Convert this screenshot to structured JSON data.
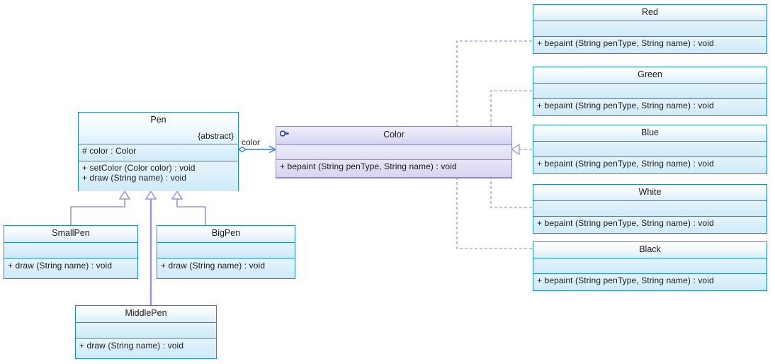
{
  "diagram": {
    "title": "Pen and Color UML class diagram",
    "type": "uml-class-diagram",
    "colors": {
      "class_border": "#1a8ad4",
      "class_fill": "#cfeaf8",
      "interface_border": "#8a86d6",
      "interface_fill": "#dedcf4",
      "generalization_line": "#9a96e0",
      "realization_line": "#9a96e0",
      "association_line": "#1f7fd6"
    }
  },
  "classes": {
    "pen": {
      "name": "Pen",
      "stereotype": "{abstract}",
      "attributes": [
        "#  color : Color"
      ],
      "operations": [
        "+  setColor (Color color) : void",
        "+  draw (String name)        : void"
      ]
    },
    "color": {
      "name": "Color",
      "icon": "interface-icon",
      "attributes": [],
      "operations": [
        "+  bepaint (String penType, String name)  : void"
      ]
    },
    "smallpen": {
      "name": "SmallPen",
      "attributes": [],
      "operations": [
        "+  draw (String name) : void"
      ]
    },
    "bigpen": {
      "name": "BigPen",
      "attributes": [],
      "operations": [
        "+  draw (String name) : void"
      ]
    },
    "middlepen": {
      "name": "MiddlePen",
      "attributes": [],
      "operations": [
        "+  draw (String name)  : void"
      ]
    },
    "red": {
      "name": "Red",
      "attributes": [],
      "operations": [
        "+  bepaint (String penType, String name)  : void"
      ]
    },
    "green": {
      "name": "Green",
      "attributes": [],
      "operations": [
        "+  bepaint (String penType, String name)  : void"
      ]
    },
    "blue": {
      "name": "Blue",
      "attributes": [],
      "operations": [
        "+  bepaint (String penType, String name)  : void"
      ]
    },
    "white": {
      "name": "White",
      "attributes": [],
      "operations": [
        "+  bepaint (String penType, String name)  : void"
      ]
    },
    "black": {
      "name": "Black",
      "attributes": [],
      "operations": [
        "+  bepaint (String penType, String name)  : void"
      ]
    }
  },
  "relationships": {
    "association_pen_color": {
      "label": "color",
      "kind": "aggregation-directed",
      "from": "Pen",
      "to": "Color"
    },
    "generalizations": [
      {
        "from": "SmallPen",
        "to": "Pen"
      },
      {
        "from": "MiddlePen",
        "to": "Pen"
      },
      {
        "from": "BigPen",
        "to": "Pen"
      }
    ],
    "realizations": [
      {
        "from": "Red",
        "to": "Color"
      },
      {
        "from": "Green",
        "to": "Color"
      },
      {
        "from": "Blue",
        "to": "Color"
      },
      {
        "from": "White",
        "to": "Color"
      },
      {
        "from": "Black",
        "to": "Color"
      }
    ]
  }
}
